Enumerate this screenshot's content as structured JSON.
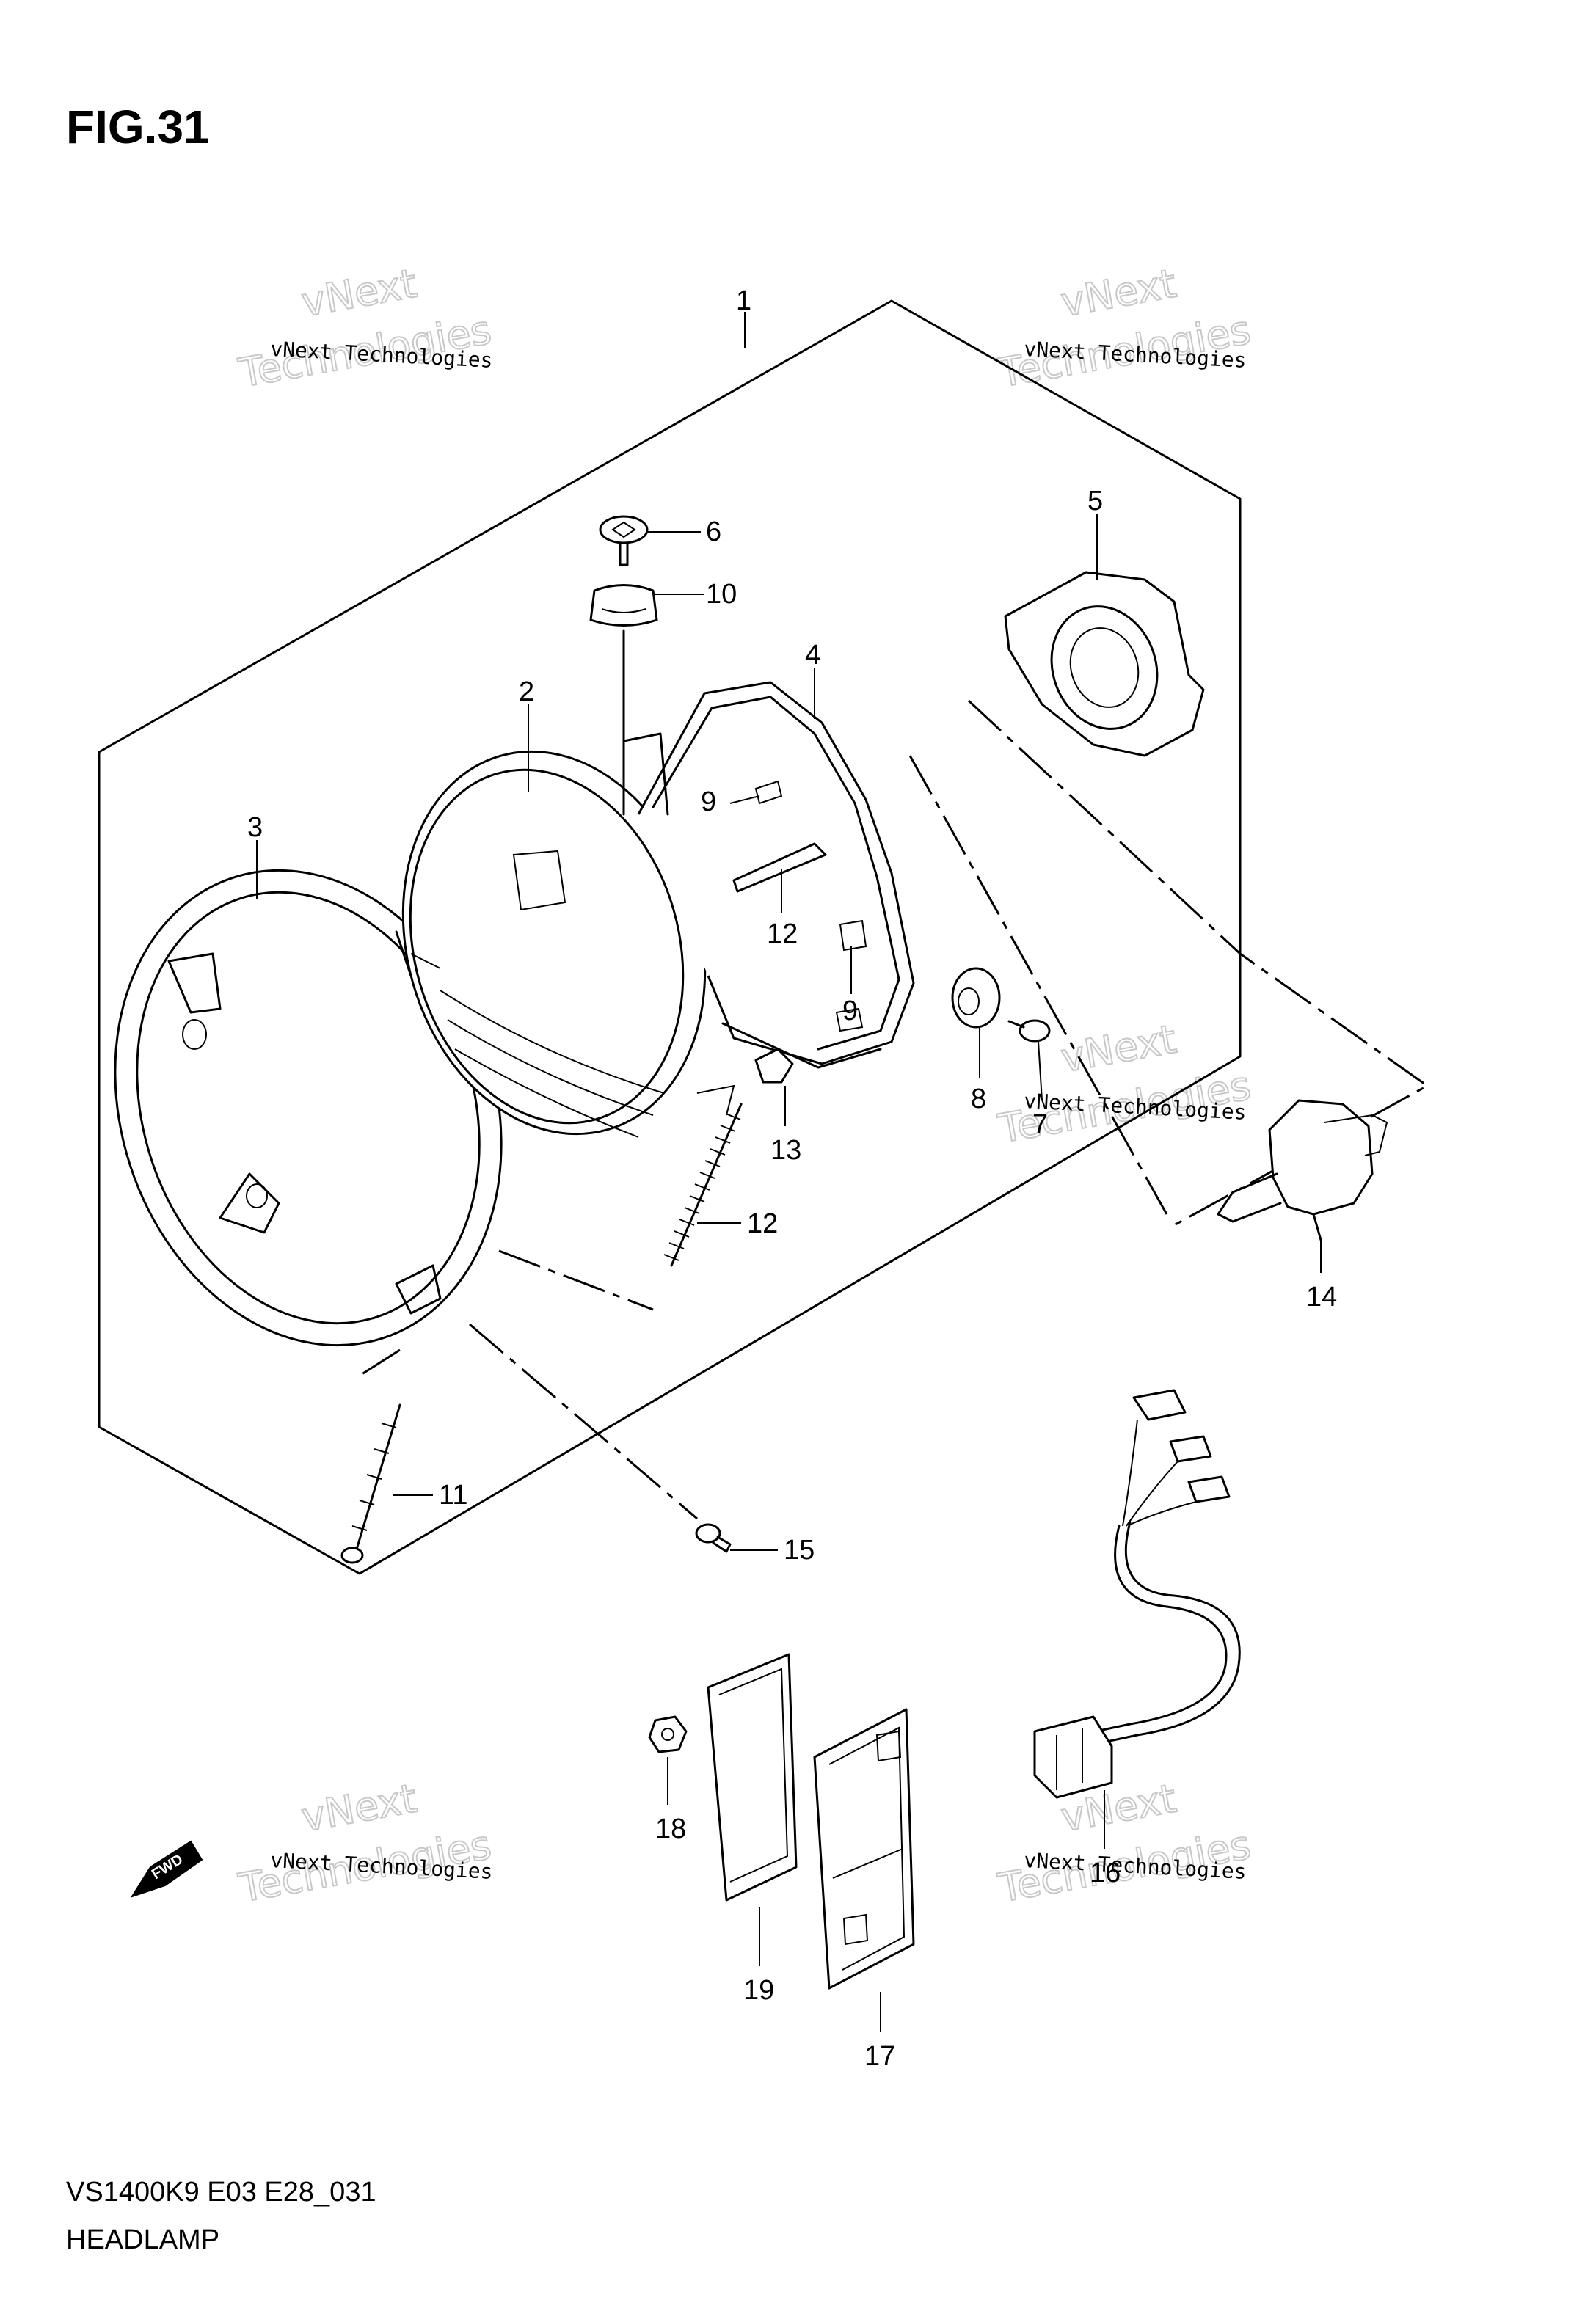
{
  "figure": {
    "title": "FIG.31"
  },
  "watermark": {
    "text_small": "vNext Technologies",
    "text_big_top": "vNext",
    "text_big_bottom": "Technologies"
  },
  "callouts": [
    "1",
    "2",
    "3",
    "4",
    "5",
    "6",
    "7",
    "8",
    "9",
    "9",
    "10",
    "11",
    "12",
    "12",
    "13",
    "14",
    "15",
    "16",
    "17",
    "18",
    "19"
  ],
  "footer": {
    "model_code": "VS1400K9 E03 E28_031",
    "name": "HEADLAMP"
  },
  "fwd_label": "FWD"
}
